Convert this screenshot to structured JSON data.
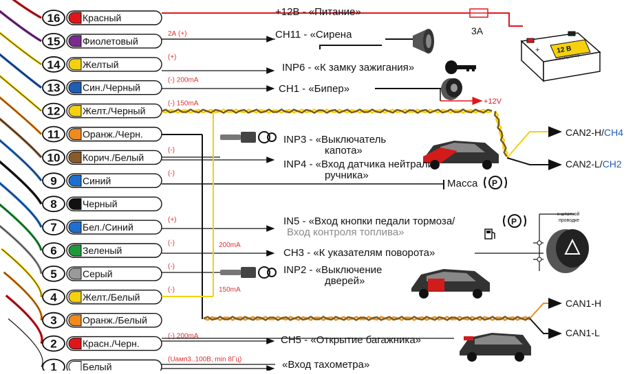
{
  "pins": [
    {
      "num": "16",
      "label": "Красный",
      "color": "#e0161b",
      "note": "",
      "func": "+12В - «Питание»"
    },
    {
      "num": "15",
      "label": "Фиолетовый",
      "color": "#7a2b8f",
      "note": "2А (+)",
      "func": "СН11 - «Сирена"
    },
    {
      "num": "14",
      "label": "Желтый",
      "color": "#f4d10c",
      "note": "(+)",
      "func": "INP6 - «К замку зажигания»"
    },
    {
      "num": "13",
      "label": "Син./Черный",
      "color": "#1e5eb5",
      "note": "(-) 200mA",
      "func": "СН1 - «Бипер»"
    },
    {
      "num": "12",
      "label": "Желт./Черный",
      "color": "#f4d10c",
      "note": "(-) 150mA",
      "func": ""
    },
    {
      "num": "11",
      "label": "Оранж./Черн.",
      "color": "#f08a1d",
      "note": "",
      "func": ""
    },
    {
      "num": "10",
      "label": "Корич./Белый",
      "color": "#8b5a2b",
      "note": "(-)",
      "func": "INP3 - «Выключатель",
      "func2": "капота»"
    },
    {
      "num": "9",
      "label": "Синий",
      "color": "#1e6fd0",
      "note": "(-)",
      "func": "INP4 - «Вход датчика нейтрали/",
      "func2": "ручника»"
    },
    {
      "num": "8",
      "label": "Черный",
      "color": "#111111",
      "note": "",
      "func": "Масса"
    },
    {
      "num": "7",
      "label": "Бел./Синий",
      "color": "#1e6fd0",
      "note": "(+)",
      "func": "IN5 - «Вход кнопки педали тормоза/",
      "func2": "Вход контроля топлива»"
    },
    {
      "num": "6",
      "label": "Зеленый",
      "color": "#1f9a3a",
      "note": "(-)",
      "func": "СН3 - «К указателям поворота»"
    },
    {
      "num": "5",
      "label": "Серый",
      "color": "#9a9a9a",
      "note": "(-)",
      "func": "INP2 - «Выключение",
      "func2": "дверей»"
    },
    {
      "num": "4",
      "label": "Желт./Белый",
      "color": "#f4d10c",
      "note": "(-)",
      "func": ""
    },
    {
      "num": "3",
      "label": "Оранж./Белый",
      "color": "#f08a1d",
      "note": "",
      "func": ""
    },
    {
      "num": "2",
      "label": "Красн./Черн.",
      "color": "#e0161b",
      "note": "(-) 200mA",
      "func": "СН5 - «Открытие багажника»"
    },
    {
      "num": "1",
      "label": "Белый",
      "color": "#ffffff",
      "note": "(Uамп3..100В, min 8Гц)",
      "func": "«Вход тахометра»"
    }
  ],
  "extra": {
    "fuse": "3А",
    "battery": "12 В",
    "battery_sub": "Аккумулятор",
    "plus12v": "+12V",
    "ma200": "200mA",
    "ma150": "150mA",
    "can2h_a": "CAN2-H/",
    "can2h_b": "CH4",
    "can2l_a": "CAN2-L/",
    "can2l_b": "CH2",
    "can1h": "CAN1-H",
    "can1l": "CAN1-L",
    "to_wiring": "к штатной",
    "to_wiring2": "проводке"
  }
}
